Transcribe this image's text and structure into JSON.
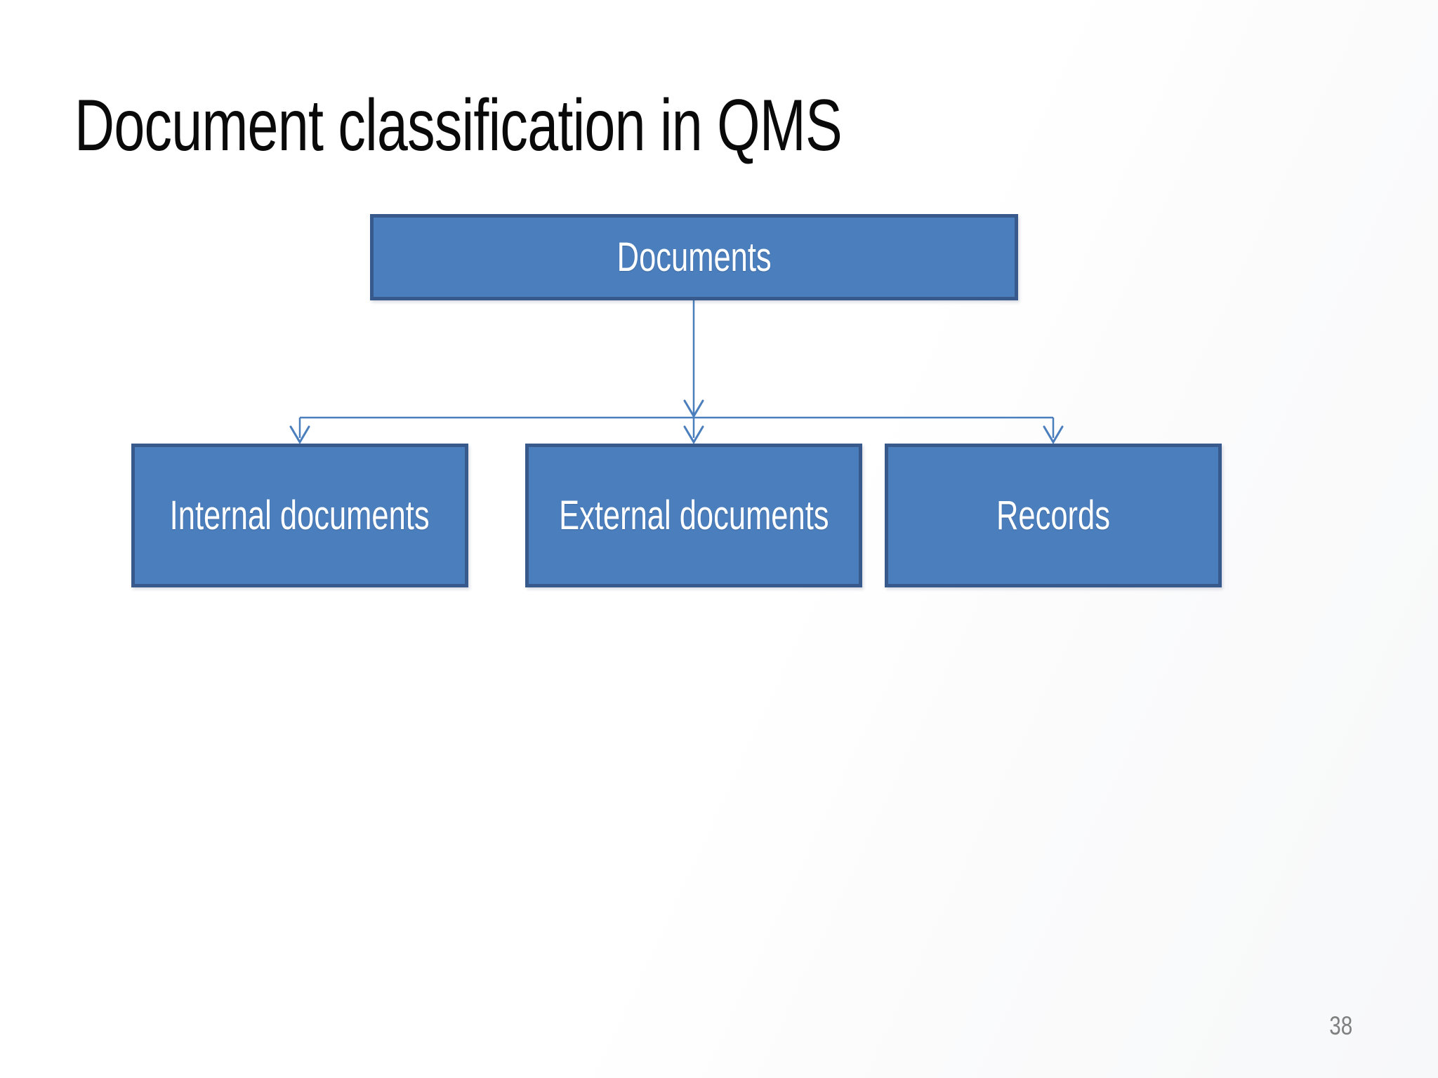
{
  "slide": {
    "title": "Document classification in QMS",
    "page_number": "38"
  },
  "diagram": {
    "type": "tree",
    "root": {
      "label": "Documents"
    },
    "children": [
      {
        "label": "Internal documents"
      },
      {
        "label": "External documents"
      },
      {
        "label": "Records"
      }
    ]
  },
  "colors": {
    "background": "#ffffff",
    "node_fill": "#4b7ebd",
    "node_border": "#38598c",
    "node_text": "#ffffff",
    "connector": "#4a7ebd",
    "title": "#0a0a0a",
    "page_number": "#7f7f7f"
  }
}
